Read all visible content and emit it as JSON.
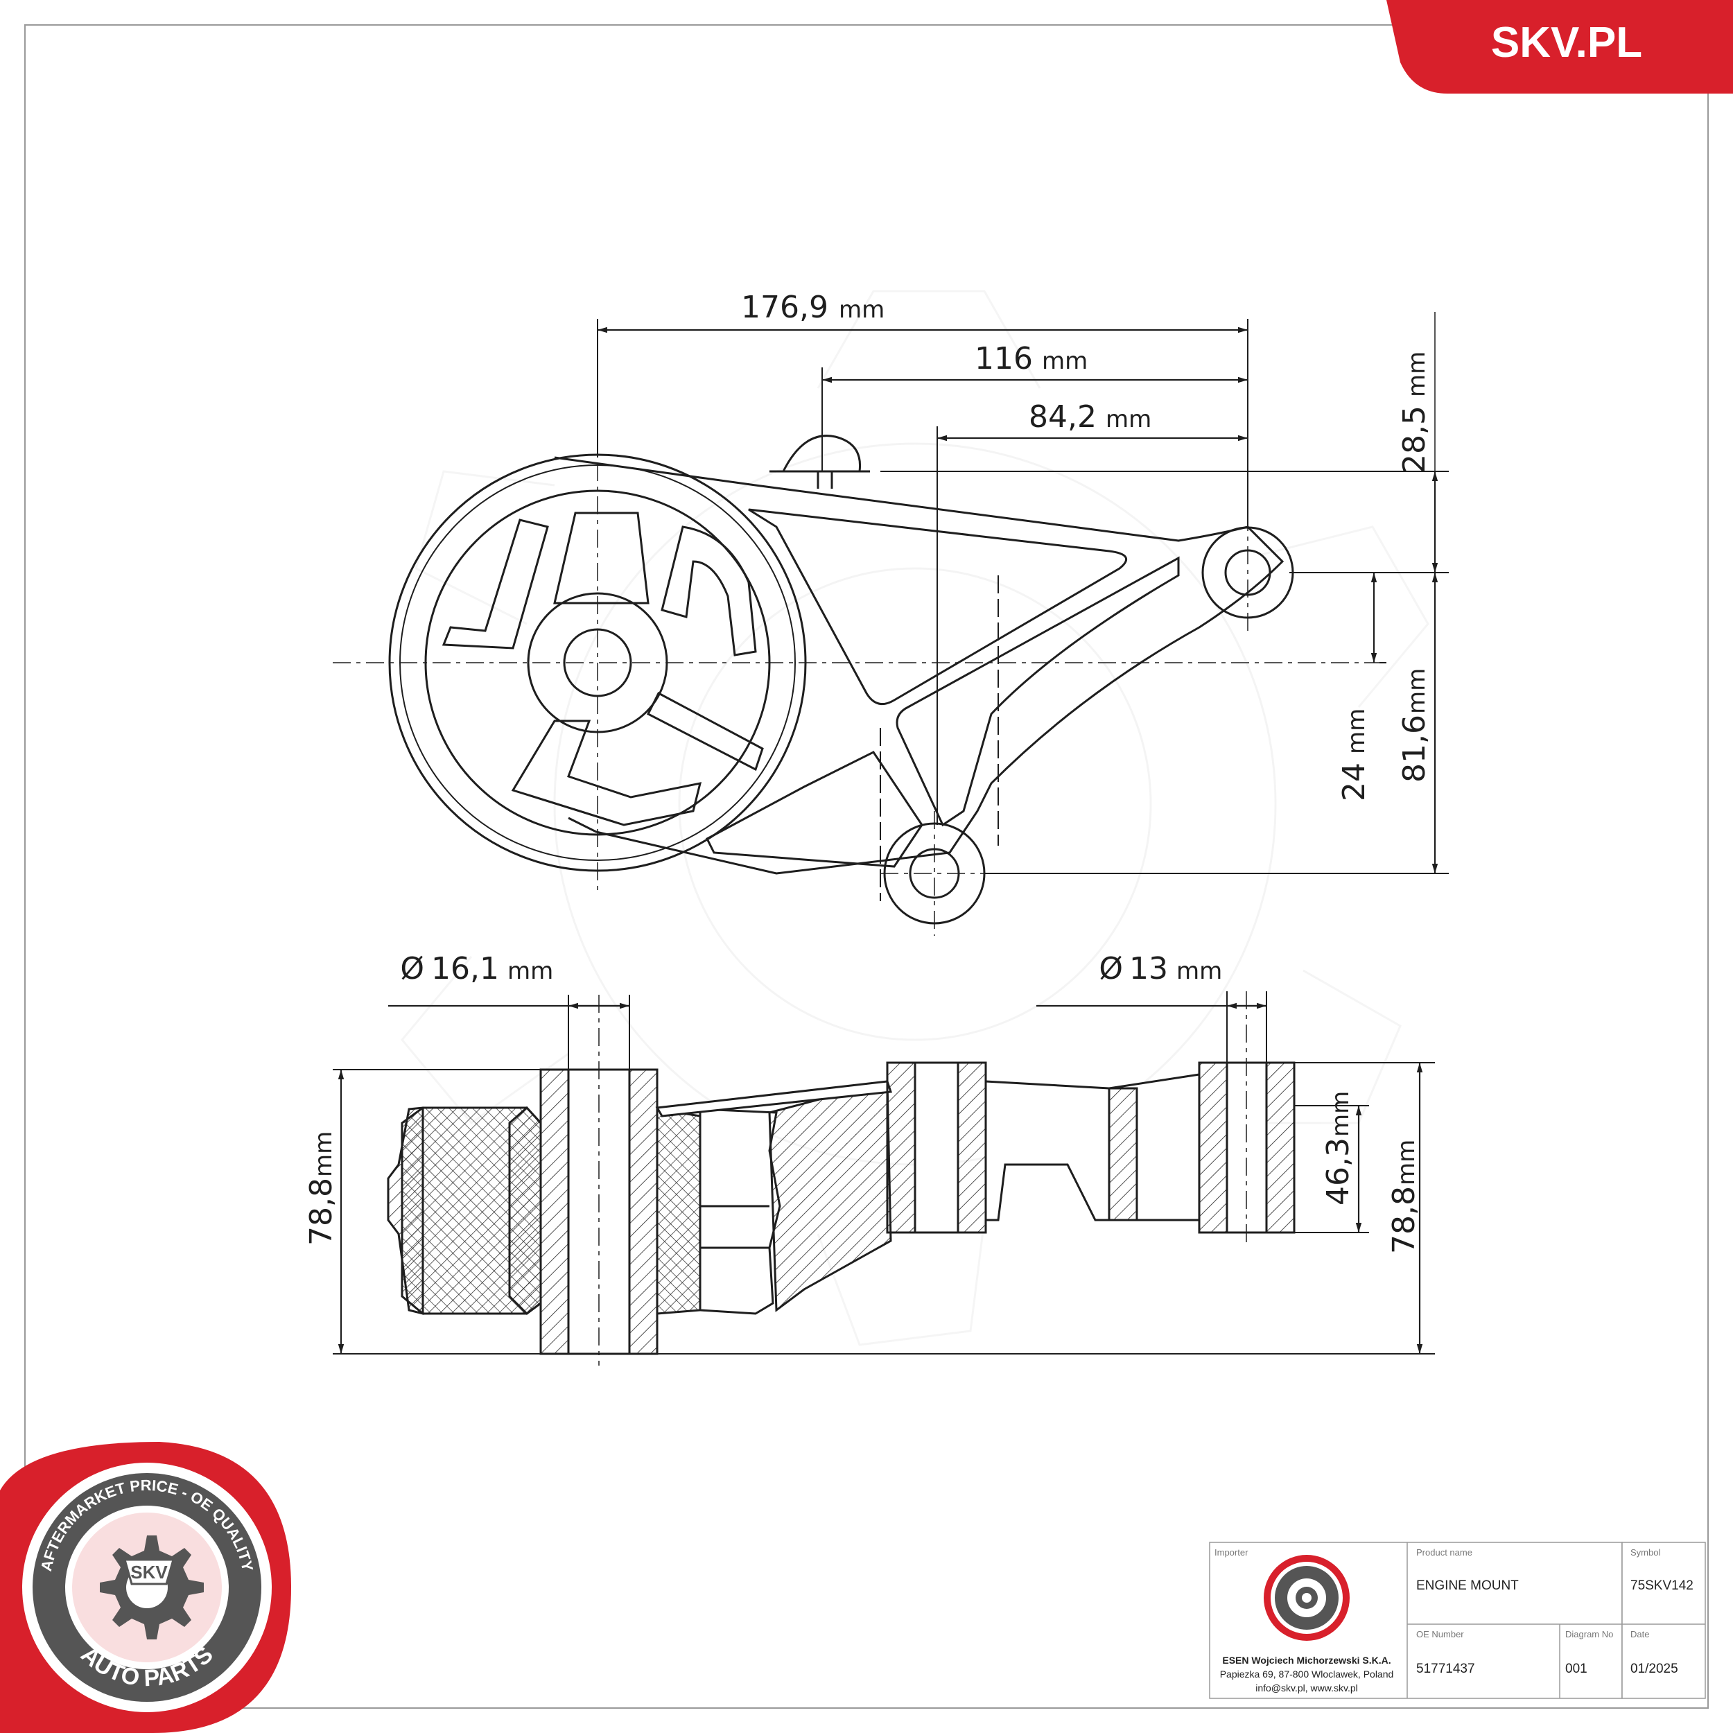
{
  "brand": {
    "site": "SKV.PL",
    "accent_color": "#d8202b",
    "logo_ring_text": "AFTERMARKET PRICE - OE QUALITY",
    "logo_center": "SKV",
    "logo_bottom": "AUTO PARTS"
  },
  "dimensions": {
    "top_view": {
      "overall_length": "176,9",
      "hole_spacing_116": "116",
      "hole_spacing_84": "84,2",
      "top_offset": "28,5",
      "center_offset": "24",
      "overall_height": "81,6"
    },
    "side_view": {
      "bore_left": "16,1",
      "bore_right": "13",
      "height_left": "78,8",
      "height_right": "78,8",
      "inner_height": "46,3"
    },
    "unit": "mm",
    "diameter_symbol": "Ø"
  },
  "title_block": {
    "importer_label": "Importer",
    "importer_name": "ESEN Wojciech Michorzewski S.K.A.",
    "importer_address": "Papiezka 69, 87-800 Wloclawek, Poland",
    "importer_contact": "info@skv.pl, www.skv.pl",
    "product_name_label": "Product name",
    "product_name": "ENGINE MOUNT",
    "symbol_label": "Symbol",
    "symbol": "75SKV142",
    "oe_number_label": "OE Number",
    "oe_number": "51771437",
    "diagram_no_label": "Diagram No",
    "diagram_no": "001",
    "date_label": "Date",
    "date": "01/2025"
  }
}
